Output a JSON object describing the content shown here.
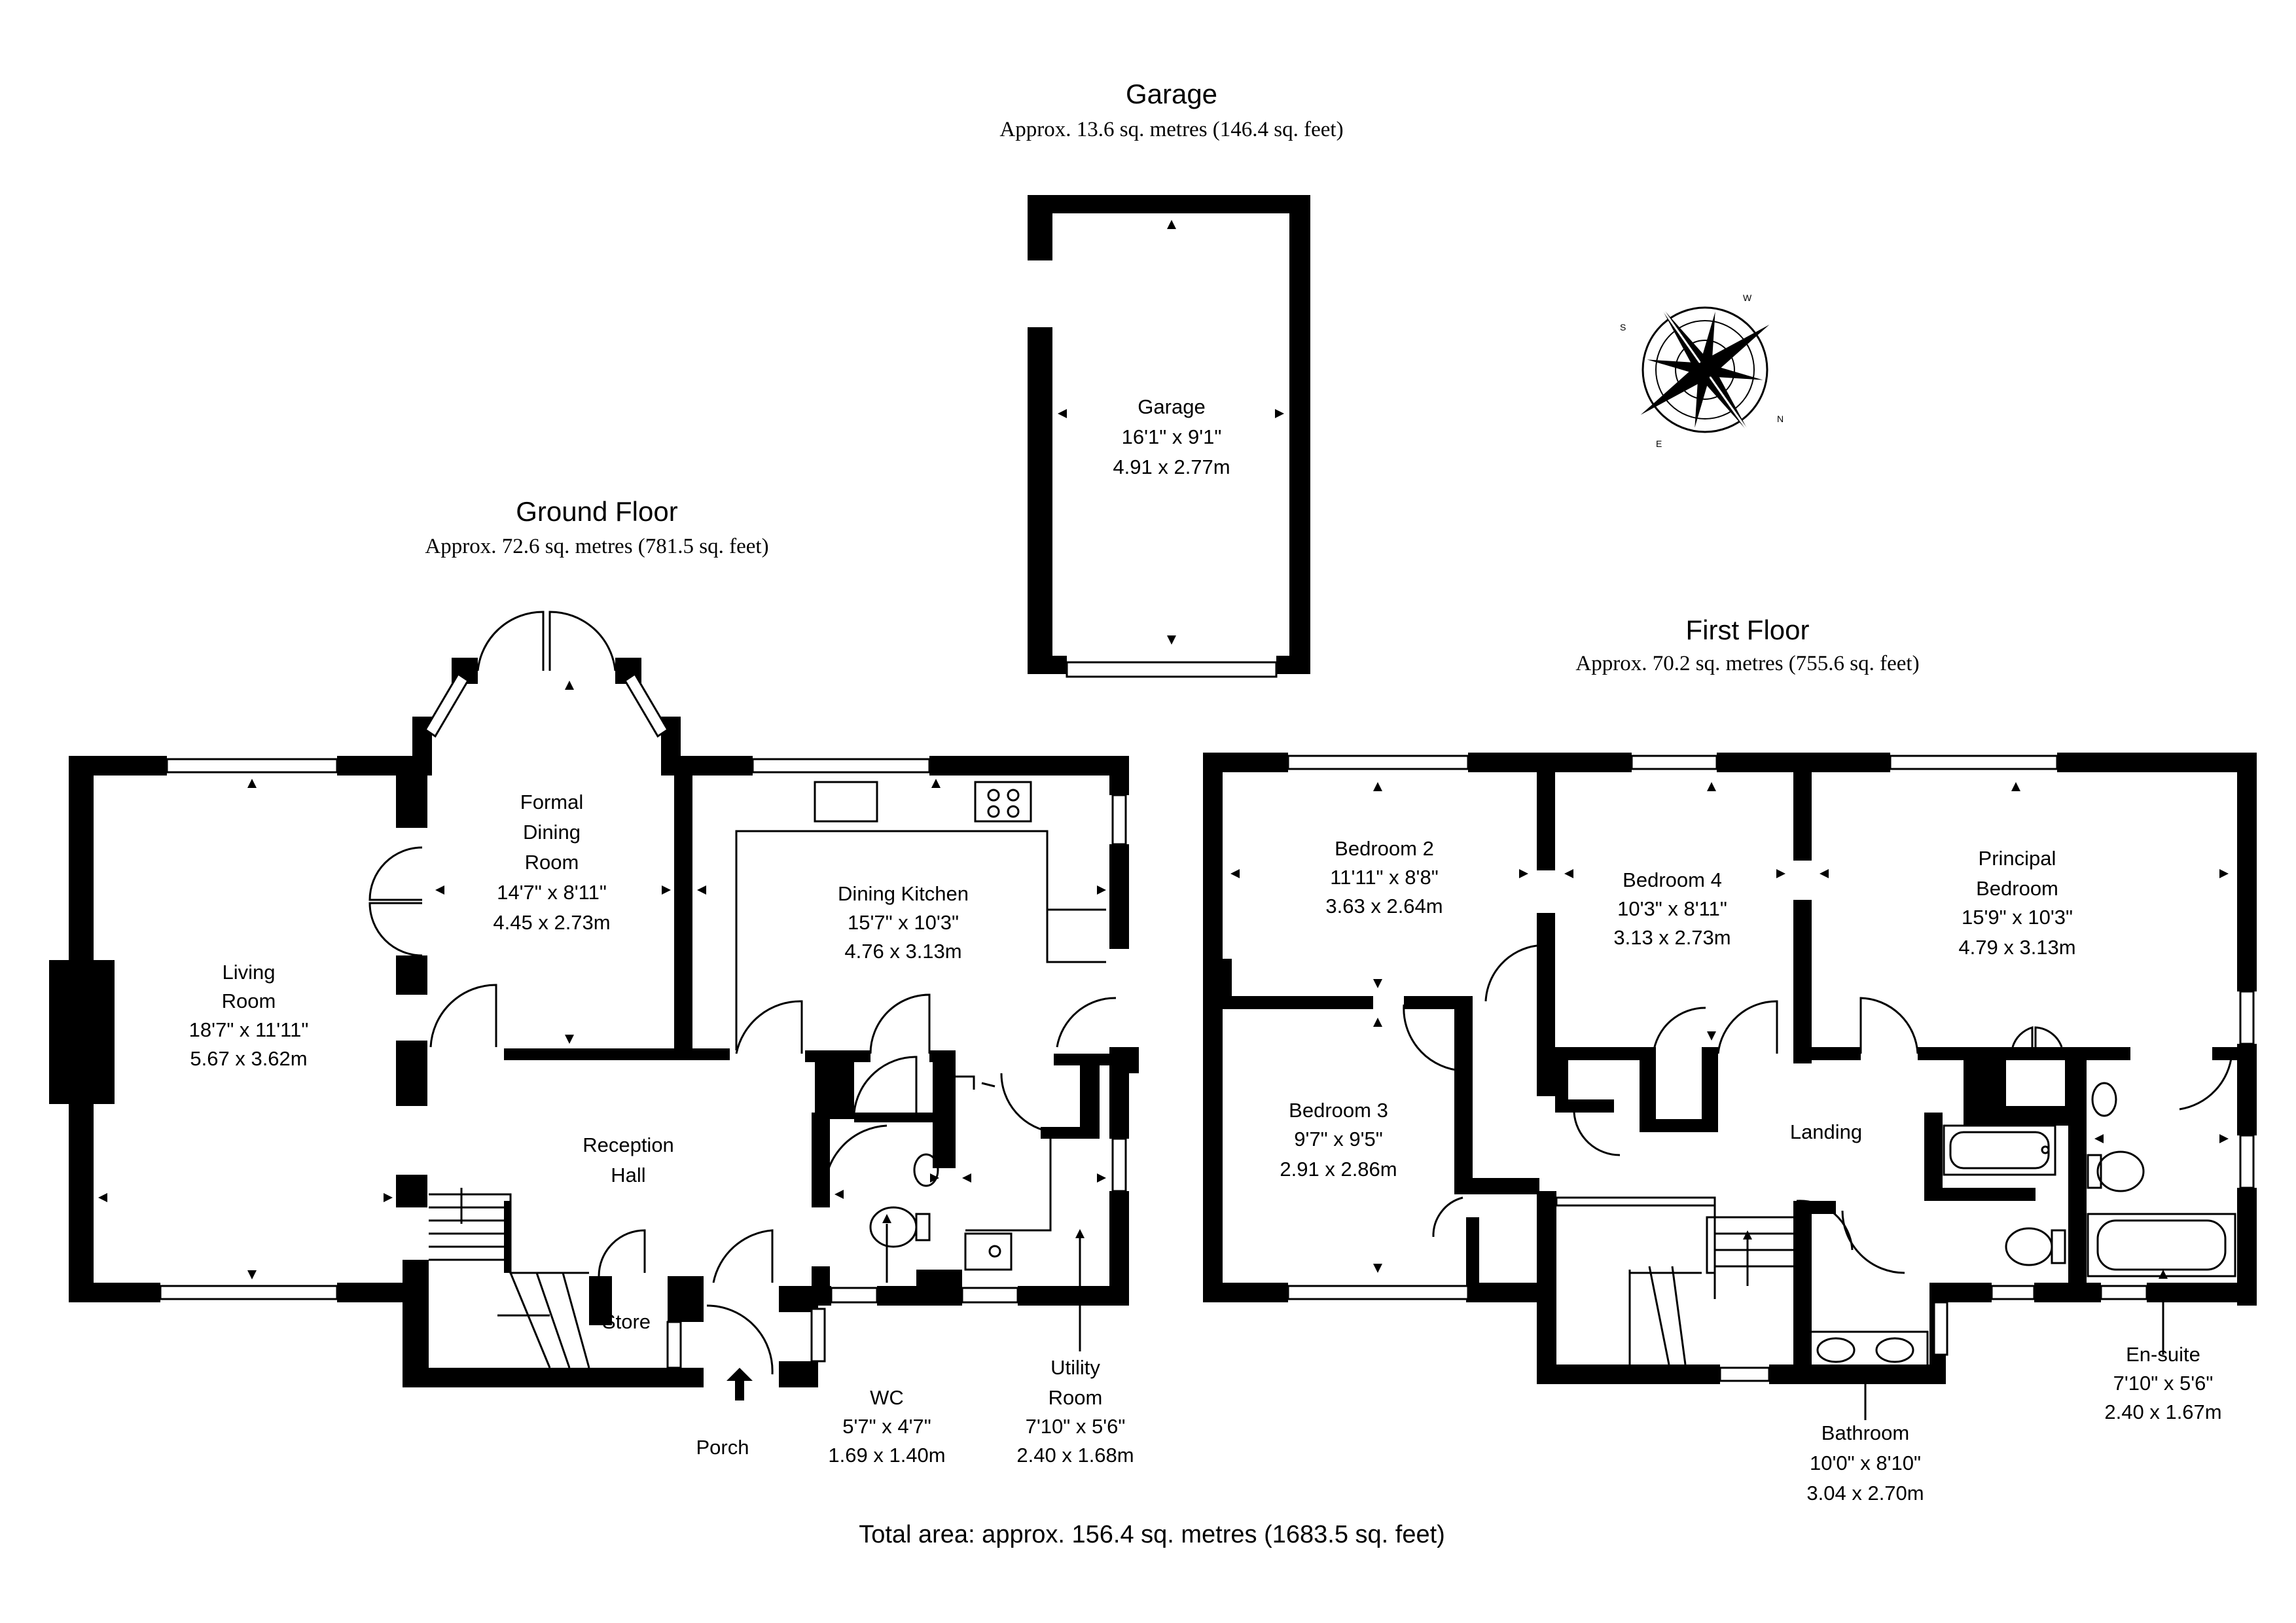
{
  "garage": {
    "title": "Garage",
    "area": "Approx. 13.6 sq. metres (146.4 sq. feet)",
    "room": {
      "name": "Garage",
      "imperial": "16'1\" x 9'1\"",
      "metric": "4.91 x 2.77m"
    }
  },
  "ground_floor": {
    "title": "Ground Floor",
    "area": "Approx. 72.6 sq. metres (781.5 sq. feet)",
    "rooms": {
      "living": {
        "name1": "Living",
        "name2": "Room",
        "imperial": "18'7\" x 11'11\"",
        "metric": "5.67 x 3.62m"
      },
      "dining": {
        "name1": "Formal",
        "name2": "Dining",
        "name3": "Room",
        "imperial": "14'7\" x 8'11\"",
        "metric": "4.45 x 2.73m"
      },
      "kitchen": {
        "name": "Dining Kitchen",
        "imperial": "15'7\" x 10'3\"",
        "metric": "4.76 x 3.13m"
      },
      "reception": {
        "name1": "Reception",
        "name2": "Hall"
      },
      "store": {
        "name": "Store"
      },
      "porch": {
        "name": "Porch"
      },
      "wc": {
        "name": "WC",
        "imperial": "5'7\" x 4'7\"",
        "metric": "1.69 x 1.40m"
      },
      "utility": {
        "name1": "Utility",
        "name2": "Room",
        "imperial": "7'10\" x 5'6\"",
        "metric": "2.40 x 1.68m"
      }
    }
  },
  "first_floor": {
    "title": "First Floor",
    "area": "Approx. 70.2 sq. metres (755.6 sq. feet)",
    "rooms": {
      "bed2": {
        "name": "Bedroom 2",
        "imperial": "11'11\" x 8'8\"",
        "metric": "3.63 x 2.64m"
      },
      "bed4": {
        "name": "Bedroom 4",
        "imperial": "10'3\" x 8'11\"",
        "metric": "3.13 x 2.73m"
      },
      "principal": {
        "name1": "Principal",
        "name2": "Bedroom",
        "imperial": "15'9\" x 10'3\"",
        "metric": "4.79 x 3.13m"
      },
      "bed3": {
        "name": "Bedroom 3",
        "imperial": "9'7\" x 9'5\"",
        "metric": "2.91 x 2.86m"
      },
      "landing": {
        "name": "Landing"
      },
      "bathroom": {
        "name": "Bathroom",
        "imperial": "10'0\" x 8'10\"",
        "metric": "3.04 x 2.70m"
      },
      "ensuite": {
        "name": "En-suite",
        "imperial": "7'10\" x 5'6\"",
        "metric": "2.40 x 1.67m"
      }
    }
  },
  "total": "Total area: approx. 156.4 sq. metres (1683.5 sq. feet)",
  "compass": {
    "icon": "compass-rose-icon",
    "labels": [
      "N",
      "E",
      "S",
      "W"
    ]
  }
}
